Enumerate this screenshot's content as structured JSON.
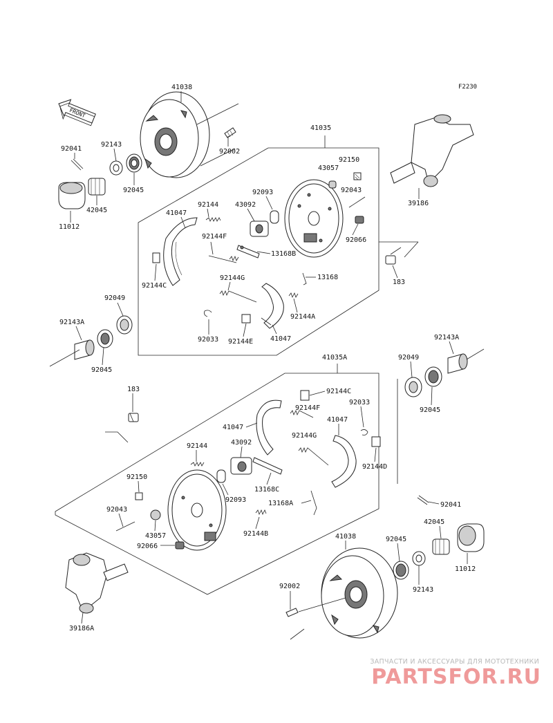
{
  "figure_code": "F2230",
  "front_arrow": "FRONT",
  "labels": {
    "l41038a": "41038",
    "l92002a": "92002",
    "l92041a": "92041",
    "l92143a": "92143",
    "l92045a": "92045",
    "l42045a": "42045",
    "l11012a": "11012",
    "l41035": "41035",
    "l92150a": "92150",
    "l43057a": "43057",
    "l92093a": "92093",
    "l43092a": "43092",
    "l92144a": "92144",
    "l41047a": "41047",
    "l92043a": "92043",
    "l92066a": "92066",
    "l92144F_a": "92144F",
    "l13168B": "13168B",
    "l92144C_a": "92144C",
    "l13168": "13168",
    "l92144G_a": "92144G",
    "l92144A": "92144A",
    "l92033a": "92033",
    "l92144E": "92144E",
    "l41047b": "41047",
    "l39186": "39186",
    "l183a": "183",
    "l92049a": "92049",
    "l92143A_a": "92143A",
    "l92045b": "92045",
    "l41035A": "41035A",
    "l92143A_b": "92143A",
    "l92049b": "92049",
    "l92045c": "92045",
    "l183b": "183",
    "l92144C_b": "92144C",
    "l92033b": "92033",
    "l92144F_b": "92144F",
    "l41047c": "41047",
    "l41047d": "41047",
    "l92144G_b": "92144G",
    "l43092b": "43092",
    "l92144b": "92144",
    "l92144D": "92144D",
    "l92150b": "92150",
    "l13168C": "13168C",
    "l92093b": "92093",
    "l13168A": "13168A",
    "l92043b": "92043",
    "l43057b": "43057",
    "l92144B": "92144B",
    "l92066b": "92066",
    "l92041b": "92041",
    "l42045b": "42045",
    "l41038b": "41038",
    "l92045d": "92045",
    "l92143b": "92143",
    "l11012b": "11012",
    "l92002b": "92002",
    "l39186A": "39186A"
  },
  "watermark": {
    "top": "ЗАПЧАСТИ И АКСЕССУАРЫ ДЛЯ МОТОТЕХНИКИ",
    "logo": "PARTSFOR.RU"
  }
}
